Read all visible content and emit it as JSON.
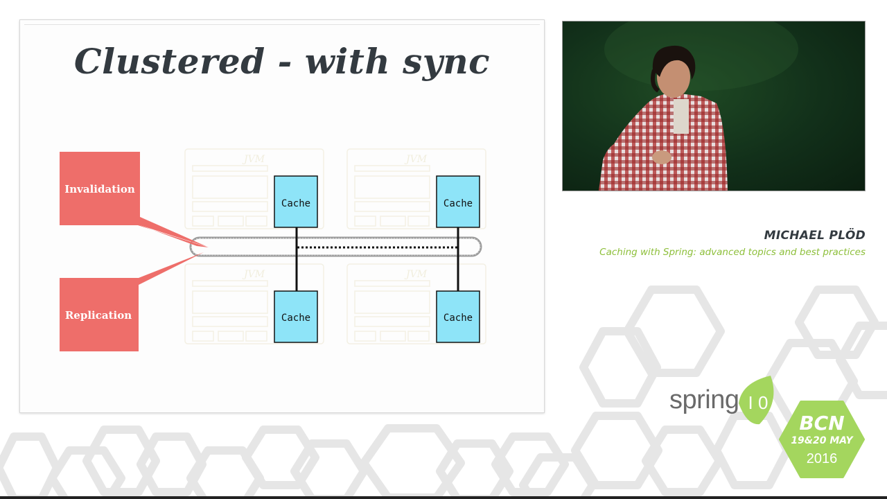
{
  "slide": {
    "title": "Clustered - with sync",
    "callouts": [
      {
        "label": "Invalidation",
        "color": "#ee6e6a"
      },
      {
        "label": "Replication",
        "color": "#ee6e6a"
      }
    ],
    "jvm_label": "JVM",
    "cache_label": "Cache",
    "cache_color": "#8ee4f8"
  },
  "speaker": {
    "name": "MICHAEL PLÖD",
    "talk_title": "Caching with Spring: advanced topics and best practices"
  },
  "event": {
    "logo_text": "spring",
    "logo_numerals": "I 0",
    "city": "BCN",
    "dates": "19&20 MAY",
    "year": "2016",
    "accent_color": "#a4d65e"
  }
}
